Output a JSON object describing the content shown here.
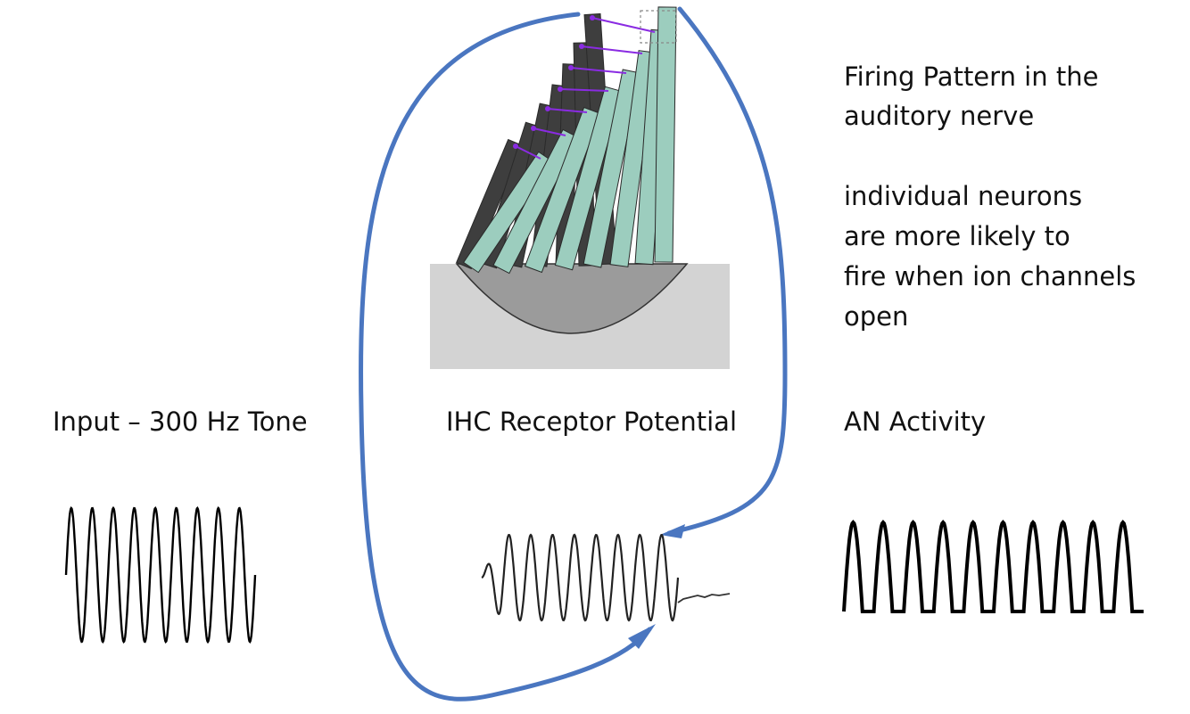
{
  "labels": {
    "input": "Input – 300 Hz Tone",
    "ihc": "IHC Receptor Potential",
    "an": "AN Activity"
  },
  "firing_pattern": {
    "title_lines": [
      "Firing Pattern in the",
      "auditory nerve"
    ],
    "description_lines": [
      "individual neurons",
      "are more likely to",
      "fire when ion channels",
      "open"
    ]
  },
  "colors": {
    "arrow": "#4a76c0",
    "stereocilia_dark": "#3e3e3e",
    "stereocilia_light": "#9ccdbe",
    "tip_link": "#8a2be2",
    "cell_body": "#9b9b9b",
    "cell_background": "#d3d3d3",
    "waveform": "#000000"
  },
  "waveforms": {
    "input_cycles": 9,
    "ihc_cycles": 9,
    "an_pulses": 10
  },
  "icons": {
    "hair_cell": "hair-cell-illustration",
    "arrow": "curved-arrow"
  }
}
